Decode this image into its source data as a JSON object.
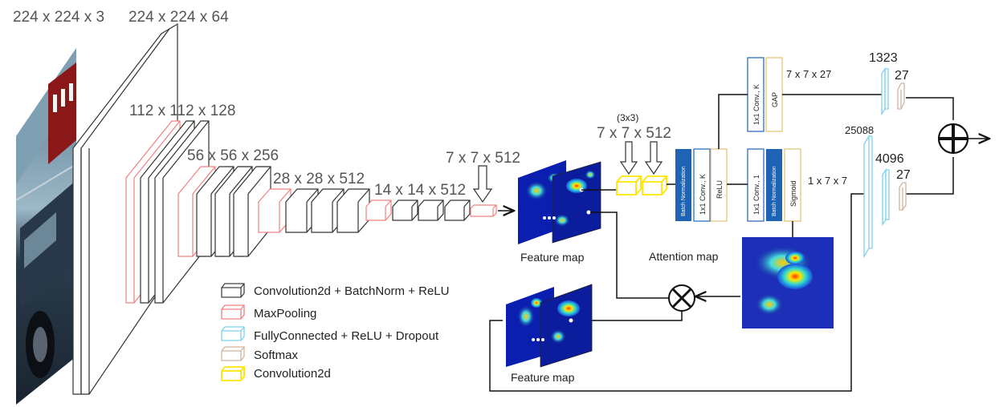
{
  "dims": {
    "input": "224 x 224 x 3",
    "conv1": "224 x 224 x 64",
    "conv2": "112 x 112 x 128",
    "conv3": "56 x 56 x 256",
    "conv4": "28 x 28 x 512",
    "conv5": "14 x 14 x 512",
    "pool5": "7 x 7 x 512",
    "att_conv_kernel": "(3x3)",
    "att_conv": "7 x 7 x 512",
    "gap_out": "7 x 7 x 27",
    "sig_out": "1 x 7 x 7",
    "fc_att_1": "1323",
    "fc_att_2": "27",
    "fc_per_1": "25088",
    "fc_per_2": "4096",
    "fc_per_3": "27"
  },
  "blocks": {
    "bn": "Batch Normalization",
    "conv_k": "1x1 Conv., K",
    "relu": "ReLU",
    "gap": "GAP",
    "conv_1": "1x1 Conv., 1",
    "sigmoid": "Sigmoid"
  },
  "labels": {
    "feature_map_top": "Feature map",
    "feature_map_bottom": "Feature map",
    "attention_map": "Attention map"
  },
  "legend": [
    {
      "label": "Convolution2d + BatchNorm + ReLU",
      "color": "#444444"
    },
    {
      "label": "MaxPooling",
      "color": "#f08080"
    },
    {
      "label": "FullyConnected + ReLU + Dropout",
      "color": "#7fd0ee"
    },
    {
      "label": "Softmax",
      "color": "#d2b49c"
    },
    {
      "label": "Convolution2d",
      "color": "#ffee00"
    }
  ],
  "colors": {
    "conv": "#444444",
    "pool": "#f08080",
    "fc": "#7fd0ee",
    "softmax": "#d2b49c",
    "conv2d": "#ffee00",
    "bn_block": "#1f63b5",
    "block_border": "#e0c070"
  }
}
